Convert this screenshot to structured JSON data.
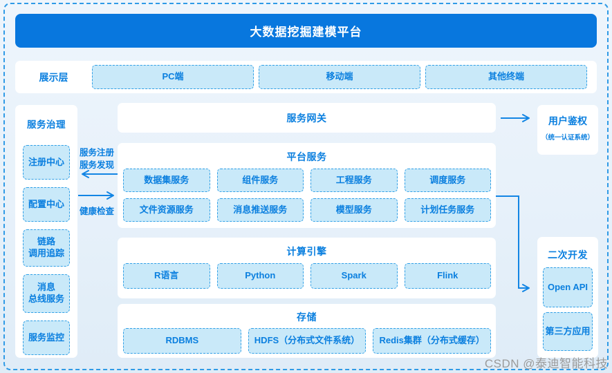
{
  "title": "大数据挖掘建模平台",
  "display_layer": {
    "label": "展示层",
    "terminals": [
      "PC端",
      "移动端",
      "其他终端"
    ]
  },
  "governance": {
    "title": "服务治理",
    "items": [
      "注册中心",
      "配置中心",
      "链路\n调用追踪",
      "消息\n总线服务",
      "服务监控"
    ]
  },
  "gateway": {
    "title": "服务网关"
  },
  "platform": {
    "title": "平台服务",
    "items": [
      "数据集服务",
      "组件服务",
      "工程服务",
      "调度服务",
      "文件资源服务",
      "消息推送服务",
      "模型服务",
      "计划任务服务"
    ]
  },
  "compute": {
    "title": "计算引擎",
    "items": [
      "R语言",
      "Python",
      "Spark",
      "Flink"
    ]
  },
  "storage": {
    "title": "存储",
    "items": [
      "RDBMS",
      "HDFS（分布式文件系统）",
      "Redis集群（分布式缓存）"
    ]
  },
  "auth": {
    "title": "用户鉴权",
    "subtitle": "（统一认证系统）"
  },
  "secondary_dev": {
    "title": "二次开发",
    "items": [
      "Open API",
      "第三方应用"
    ]
  },
  "annotations": {
    "register_discovery": "服务注册\n服务发现",
    "health_check": "健康检查"
  },
  "watermark": "CSDN @泰迪智能科技",
  "colors": {
    "accent_blue": "#0a7fdf",
    "header_bg": "#0877de",
    "box_fill": "#c9e9f9",
    "box_border": "#2f9fe6",
    "outer_dash": "#2f9ae6",
    "panel_bg": "#ffffff",
    "watermark_gray": "#9a9a9a"
  }
}
